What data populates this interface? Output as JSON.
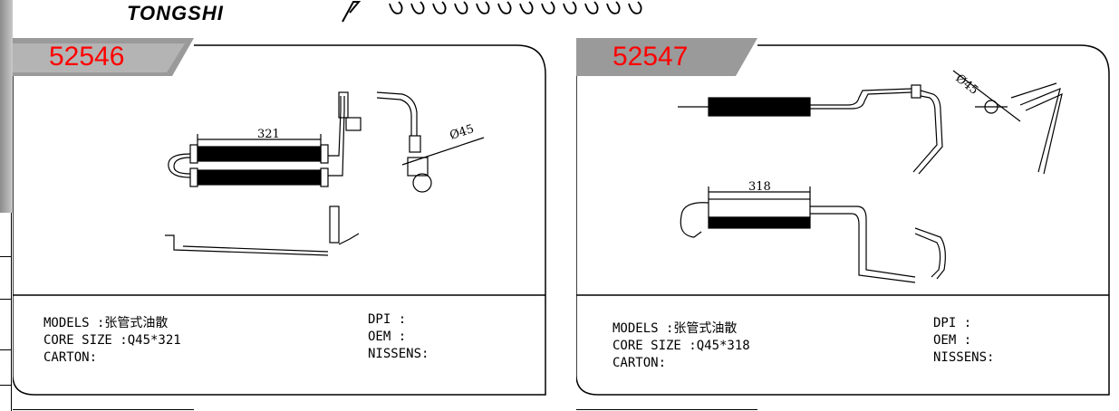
{
  "header": {
    "brand": "TONGSHI"
  },
  "cards": [
    {
      "code": "52546",
      "dimension_length": "321",
      "dimension_diameter": "Ø45",
      "models_label": "MODELS :张管式油散",
      "core_size_label": "CORE SIZE :Q45*321",
      "carton_label": "CARTON:",
      "dpi_label": "DPI :",
      "oem_label": "OEM :",
      "nissens_label": "NISSENS:"
    },
    {
      "code": "52547",
      "dimension_length": "318",
      "dimension_diameter": "Ø45",
      "models_label": "MODELS :张管式油散",
      "core_size_label": "CORE SIZE :Q45*318",
      "carton_label": "CARTON:",
      "dpi_label": "DPI :",
      "oem_label": "OEM :",
      "nissens_label": "NISSENS:"
    }
  ],
  "colors": {
    "code_red": "#ff0000",
    "tab_gray": "#9a9a9a"
  }
}
